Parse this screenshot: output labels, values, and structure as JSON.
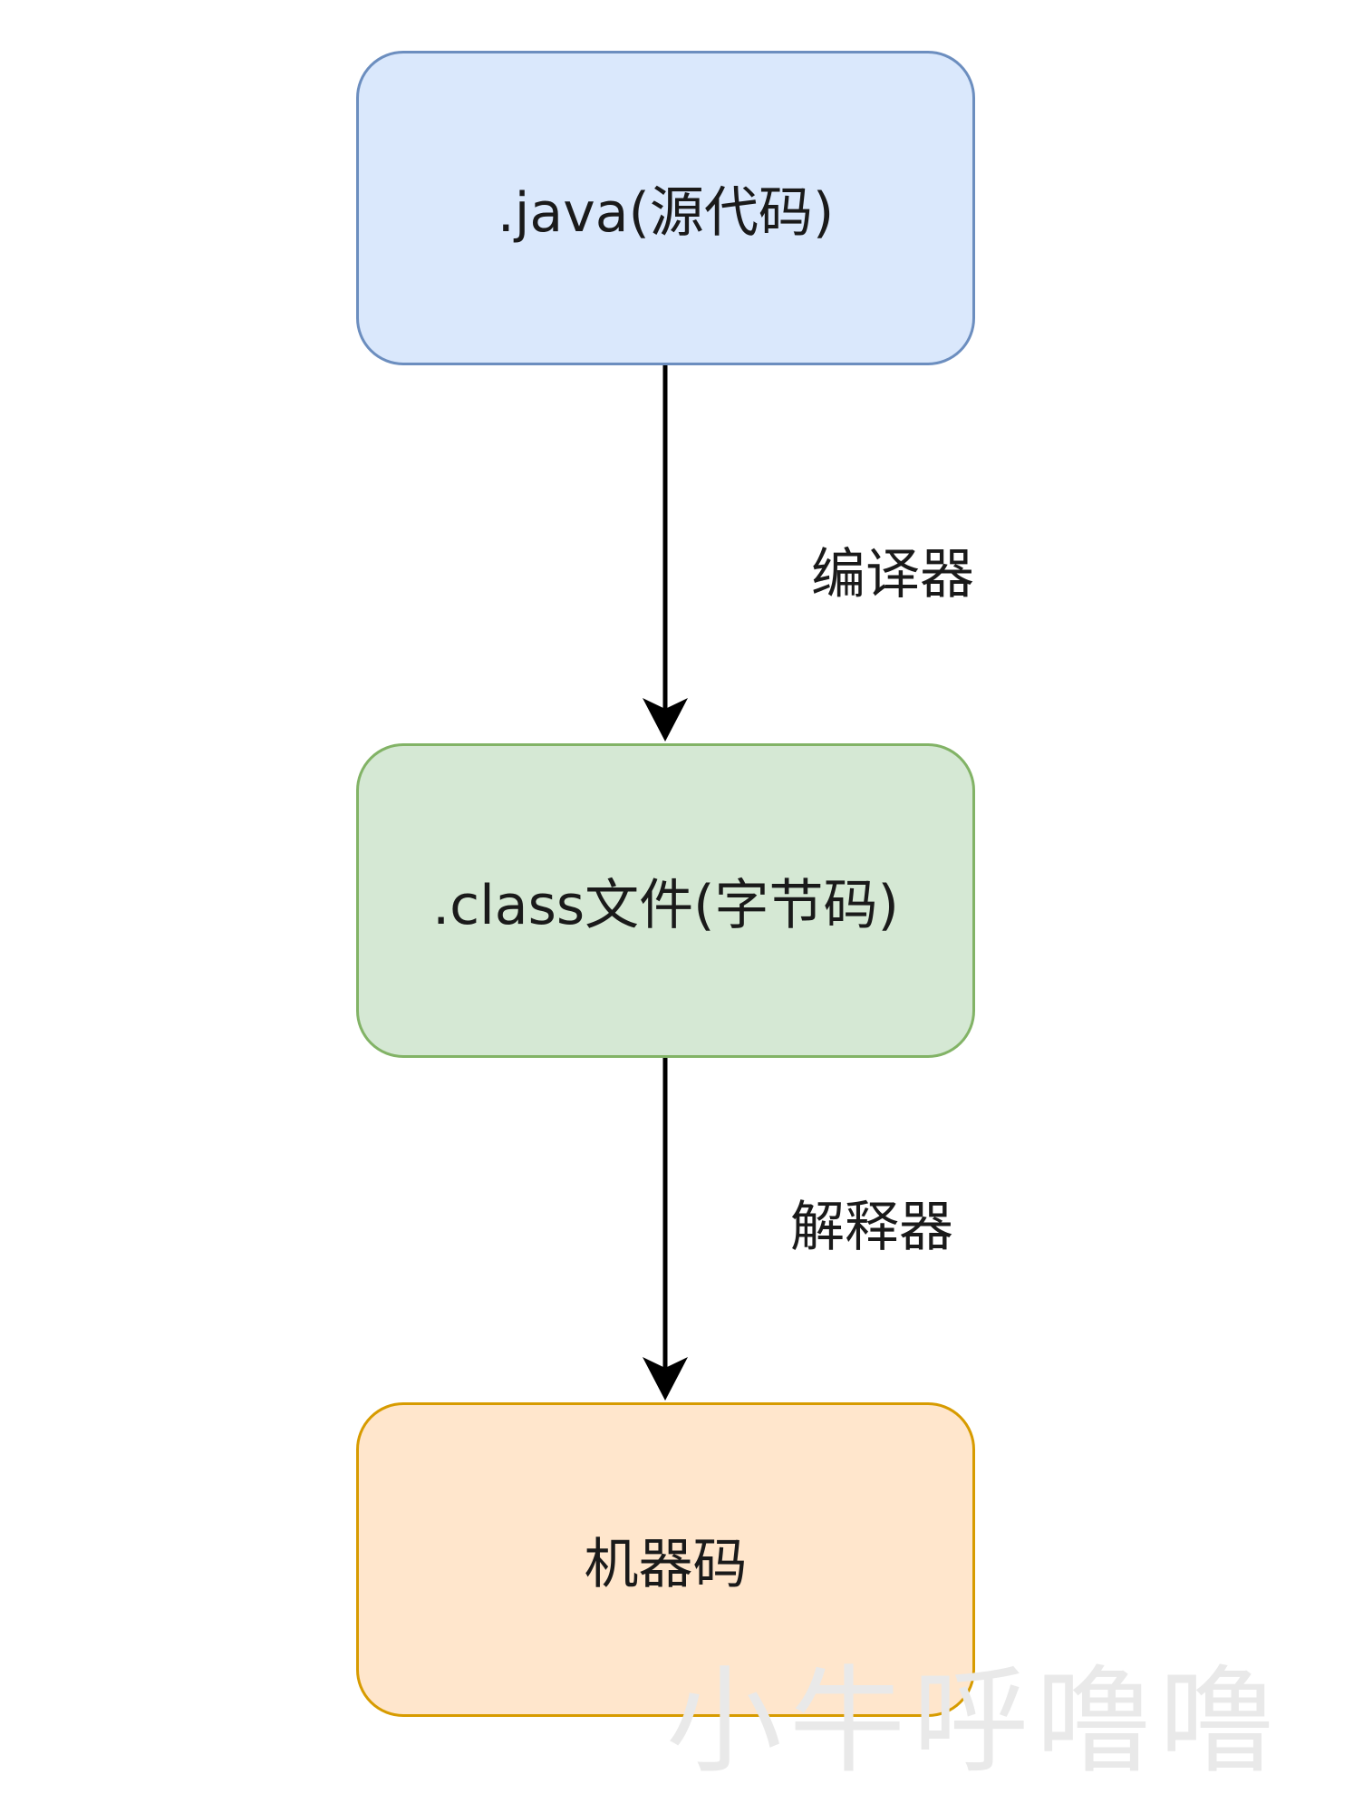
{
  "diagram": {
    "nodes": [
      {
        "id": "java",
        "label": ".java(源代码)",
        "fill": "#dae8fc",
        "stroke": "#6c8ebf"
      },
      {
        "id": "class",
        "label": ".class文件(字节码)",
        "fill": "#d5e8d4",
        "stroke": "#82b366"
      },
      {
        "id": "mc",
        "label": "机器码",
        "fill": "#ffe6cc",
        "stroke": "#d79b00"
      }
    ],
    "edges": [
      {
        "from": "java",
        "to": "class",
        "label": "编译器"
      },
      {
        "from": "class",
        "to": "mc",
        "label": "解释器"
      }
    ],
    "edge_color": "#000000"
  },
  "watermark": "小牛呼噜噜"
}
